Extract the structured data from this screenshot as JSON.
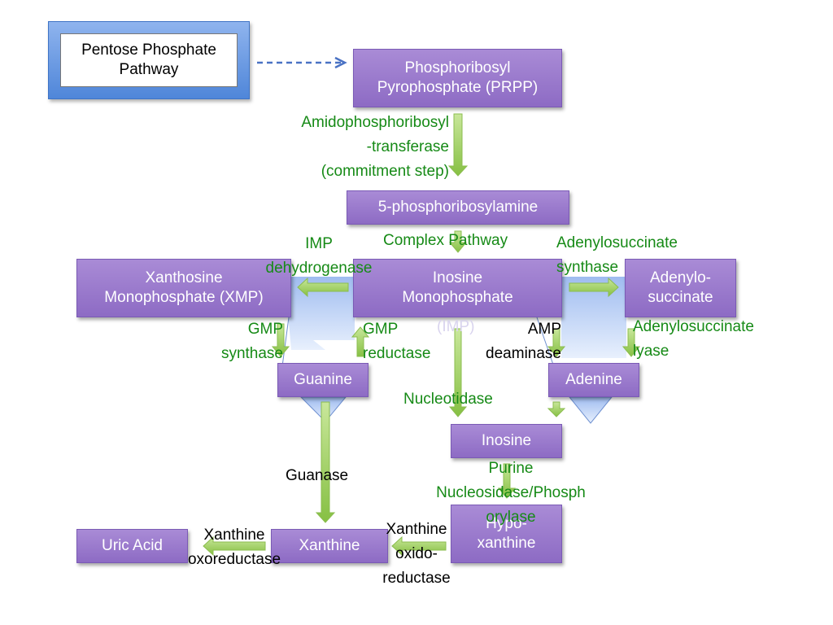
{
  "nodes": {
    "pentose_phosphate": "Pentose Phosphate\nPathway",
    "prpp": "Phosphoribosyl\nPyrophosphate (PRPP)",
    "phosphoribosylamine": "5-phosphoribosylamine",
    "xmp": "Xanthosine\nMonophosphate (XMP)",
    "imp": "Inosine\nMonophosphate",
    "imp_abbrev": "(IMP)",
    "adenylosuccinate": "Adenylo-\nsuccinate",
    "guanine": "Guanine",
    "adenine": "Adenine",
    "inosine": "Inosine",
    "hypoxanthine": "Hypo-\nxanthine",
    "xanthine": "Xanthine",
    "uric_acid": "Uric Acid"
  },
  "enzymes": {
    "amidophosphoribosyltransferase": "Amidophosphoribosyl\n-transferase\n(commitment step)",
    "complex_pathway": "Complex Pathway",
    "imp_dehydrogenase": "IMP\ndehydrogenase",
    "adenylosuccinate_synthase": "Adenylosuccinate\nsynthase",
    "gmp_synthase": "GMP\nsynthase",
    "gmp_reductase": "GMP\nreductase",
    "amp_deaminase": "AMP\ndeaminase",
    "adenylosuccinate_lyase": "Adenylosuccinate\nlyase",
    "nucleotidase": "Nucleotidase",
    "guanase": "Guanase",
    "purine_nucleosidase": "Purine\nNucleosidase/Phosph\norylase",
    "xanthine_oxidoreductase_right": "Xanthine\noxido-\nreductase",
    "xanthine_oxoreductase_left": "Xanthine\noxoreductase"
  },
  "colors": {
    "node_fill": "#9b7acd",
    "node_border": "#7a5ab5",
    "pentose_box_blue": "#4f86d9",
    "enzyme_text_green": "#168a16",
    "arrow_green": "#9ccf5a",
    "funnel_blue": "#b8cff5",
    "dashed_arrow_blue": "#4a72c4"
  }
}
